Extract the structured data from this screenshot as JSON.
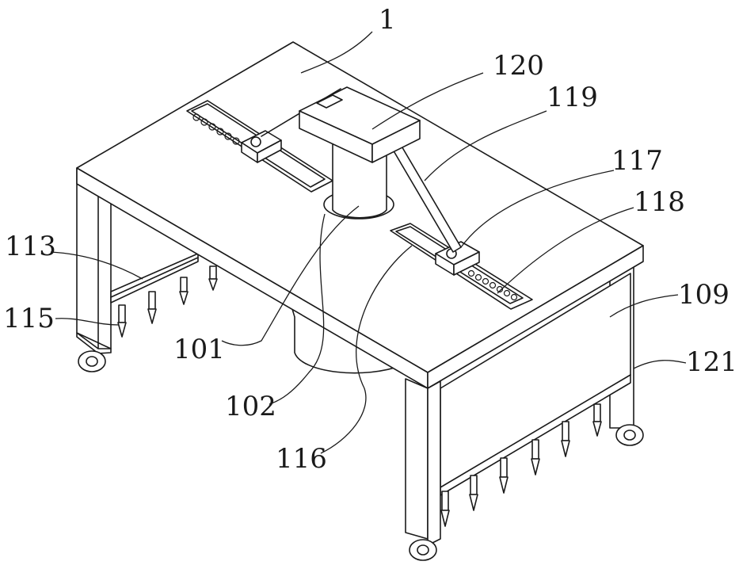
{
  "figure": {
    "labels": {
      "l1": "1",
      "l120": "120",
      "l119": "119",
      "l117": "117",
      "l118": "118",
      "l113": "113",
      "l115": "115",
      "l109": "109",
      "l121": "121",
      "l101": "101",
      "l102": "102",
      "l116": "116"
    }
  }
}
